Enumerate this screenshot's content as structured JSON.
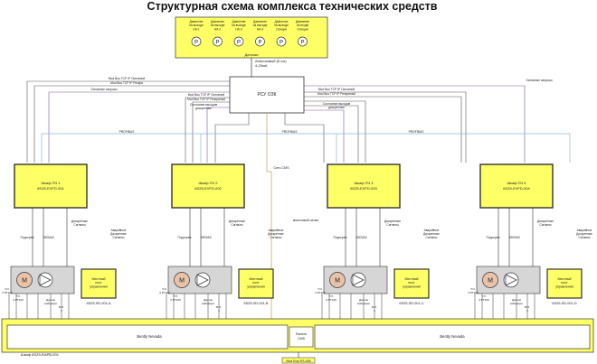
{
  "title": "Структурная схема комплекса технических средств",
  "sensors": {
    "labels": [
      [
        "Давление",
        "на выходе",
        "НА-1"
      ],
      [
        "Давление",
        "на выходе",
        "НА-2"
      ],
      [
        "Давление",
        "на выходе",
        "НА-3"
      ],
      [
        "Давление",
        "на выходе",
        "НА-4"
      ],
      [
        "Давление",
        "на выходе",
        "станции"
      ],
      [
        "Давление",
        "на входе",
        "станции"
      ]
    ],
    "symbol": "P",
    "caption": "Датчики"
  },
  "analog_label": [
    "Аналоговый (6 шт)",
    "4-20мА"
  ],
  "rsu": {
    "label": "РСУ ОЗК"
  },
  "bus_labels": {
    "tcp_main": "Mod Bus TCP IP Основной",
    "tcp_reserve": "Mod Bus TCP IP Резерв",
    "tcp_main2": "Mod Bus TCP IP Основной",
    "tcp_reserve2": "Mod Bus TCP IP Резервный",
    "main_req": "Основные запросы",
    "status_disc": [
      "Состояние выходов",
      "дискретные"
    ],
    "profibus": "PROFIBUS",
    "cms_network": "Сеть CMS",
    "analog_signals": "аналоговый сигнал",
    "modbus_rs485": "Mod Bus RS-485"
  },
  "cabinets": [
    {
      "label": [
        "Шкаф ПЧ 1",
        "6SZ5-EVFD-001"
      ]
    },
    {
      "label": [
        "Шкаф ПЧ 2",
        "6SZ5-EVFD-002"
      ]
    },
    {
      "label": [
        "Шкаф ПЧ 3",
        "6SZ5-EVFD-003"
      ]
    },
    {
      "label": [
        "Шкаф ПЧ 4",
        "6SZ5-EVFD-004"
      ]
    }
  ],
  "unit_labels": {
    "feed": "Подогрев",
    "vac": "690VAC",
    "motor": "M",
    "discrete": [
      "Дискретные",
      "Сигналы"
    ],
    "alarm": [
      "Аварийные",
      "Дискретные",
      "Сигналы"
    ],
    "local_post": [
      "Местный",
      "пост",
      "управления"
    ],
    "t_sensor": [
      "Т.О.",
      "3 PT100"
    ],
    "t_sensor2": [
      "Т.П.",
      "3 PT100"
    ],
    "vibration": [
      "Датчик",
      "вибрации"
    ],
    "rpm": [
      "В.Л.",
      "4"
    ]
  },
  "local_posts": [
    "6SZ5-SD-001-A",
    "6SZ5-SD-001-B",
    "6SZ5-SD-001-C",
    "6SZ5-SD-001-D"
  ],
  "bentley": {
    "left": "Bently Nevada",
    "right": "Bently Nevada",
    "panel": [
      "Панель",
      "CMS"
    ],
    "cabinet": "Шкаф 6SZ5-RAPB-001"
  }
}
